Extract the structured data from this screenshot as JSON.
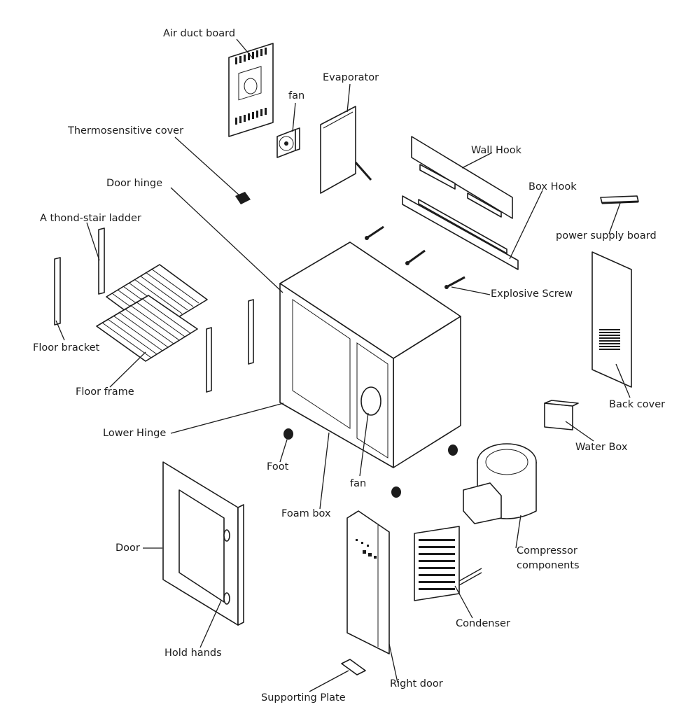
{
  "labels": {
    "air_duct_board": "Air duct board",
    "fan_top": "fan",
    "evaporator": "Evaporator",
    "thermosensitive_cover": "Thermosensitive cover",
    "wall_hook": "Wall Hook",
    "door_hinge": "Door hinge",
    "box_hook": "Box Hook",
    "ladder": "A thond-stair ladder",
    "power_supply_board": "power supply board",
    "explosive_screw": "Explosive Screw",
    "floor_bracket": "Floor bracket",
    "floor_frame": "Floor frame",
    "back_cover": "Back cover",
    "lower_hinge": "Lower Hinge",
    "water_box": "Water Box",
    "foot": "Foot",
    "fan_bottom": "fan",
    "foam_box": "Foam box",
    "door": "Door",
    "compressor_line1": "Compressor",
    "compressor_line2": "components",
    "condenser": "Condenser",
    "hold_hands": "Hold hands",
    "right_door": "Right door",
    "supporting_plate": "Supporting Plate"
  }
}
